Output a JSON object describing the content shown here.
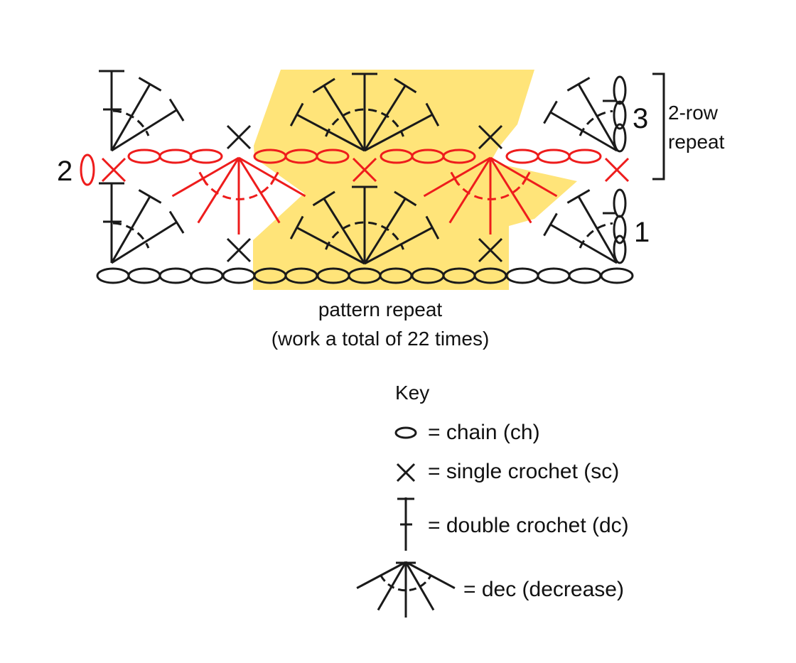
{
  "colors": {
    "ink": "#1a1a1a",
    "red": "#ee1c1c",
    "highlight": "#ffe479",
    "background": "#ffffff"
  },
  "chart": {
    "row_labels": [
      "1",
      "2",
      "3"
    ],
    "bracket_label_line1": "2-row",
    "bracket_label_line2": "repeat",
    "caption_line1": "pattern repeat",
    "caption_line2": "(work a total of 22 times)"
  },
  "key": {
    "title": "Key",
    "items": [
      {
        "icon": "chain-icon",
        "label": "= chain (ch)"
      },
      {
        "icon": "single-crochet-icon",
        "label": "= single crochet (sc)"
      },
      {
        "icon": "double-crochet-icon",
        "label": "= double crochet (dc)"
      },
      {
        "icon": "decrease-icon",
        "label": "= dec (decrease)"
      }
    ]
  }
}
